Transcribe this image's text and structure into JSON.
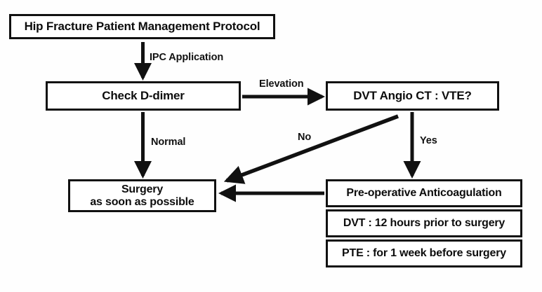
{
  "figure": {
    "title": "Hip Fracture Patient Management Protocol",
    "background_color": "#fefefe",
    "stroke_color": "#111111",
    "text_color": "#0d0d0d"
  },
  "nodes": {
    "title": "Hip Fracture Patient Management Protocol",
    "check_ddimer": "Check D-dimer",
    "dvt_angio_ct": "DVT Angio CT : VTE?",
    "surgery_line1": "Surgery",
    "surgery_line2": "as soon as possible",
    "preop_anticoagulation": "Pre-operative Anticoagulation",
    "dvt_timing": "DVT : 12 hours prior to surgery",
    "pte_timing": "PTE : for 1 week before surgery"
  },
  "edge_labels": {
    "ipc_application": "IPC Application",
    "elevation": "Elevation",
    "normal": "Normal",
    "yes": "Yes",
    "no": "No"
  }
}
